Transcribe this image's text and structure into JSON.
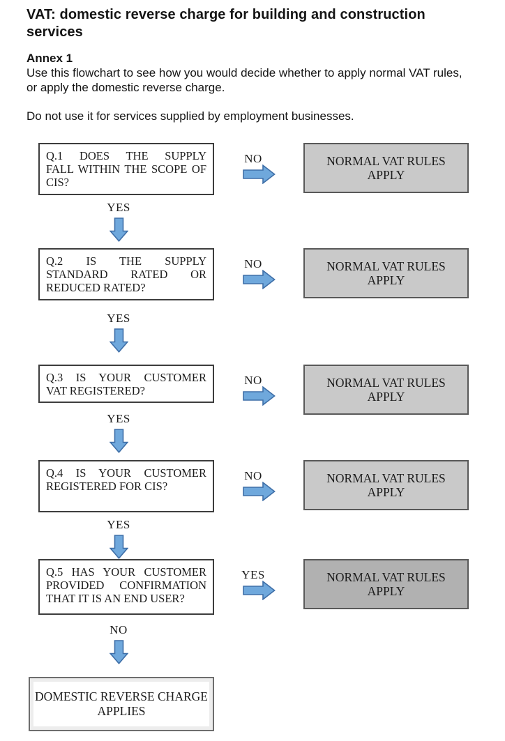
{
  "document": {
    "title_lines": [
      "VAT: domestic reverse charge for building and construction",
      "services"
    ],
    "annex_heading": "Annex 1",
    "intro_lines": [
      "Use this flowchart to see how you would decide whether to apply normal VAT rules,",
      "or apply the domestic reverse charge."
    ],
    "note": "Do not use it for services supplied by employment businesses."
  },
  "flowchart": {
    "rows": [
      {
        "id": "q1",
        "question_lines": [
          "Q.1 DOES THE SUPPLY",
          "FALL WITHIN THE SCOPE OF",
          "CIS?"
        ],
        "branch_label": "NO",
        "result_lines": [
          "NORMAL VAT RULES",
          "APPLY"
        ],
        "result_shade": "light",
        "continue_label": "YES"
      },
      {
        "id": "q2",
        "question_lines": [
          "Q.2 IS THE SUPPLY",
          "STANDARD RATED OR",
          "REDUCED RATED?"
        ],
        "branch_label": "NO",
        "result_lines": [
          "NORMAL VAT RULES",
          "APPLY"
        ],
        "result_shade": "light",
        "continue_label": "YES"
      },
      {
        "id": "q3",
        "question_lines": [
          "Q.3 IS YOUR CUSTOMER",
          "VAT REGISTERED?"
        ],
        "branch_label": "NO",
        "result_lines": [
          "NORMAL VAT RULES",
          "APPLY"
        ],
        "result_shade": "light",
        "continue_label": "YES"
      },
      {
        "id": "q4",
        "question_lines": [
          "Q.4 IS YOUR CUSTOMER",
          "REGISTERED FOR CIS?"
        ],
        "branch_label": "NO",
        "result_lines": [
          "NORMAL VAT RULES",
          "APPLY"
        ],
        "result_shade": "light",
        "continue_label": "YES"
      },
      {
        "id": "q5",
        "question_lines": [
          "Q.5 HAS YOUR CUSTOMER",
          "PROVIDED CONFIRMATION",
          "THAT IT IS AN END USER?"
        ],
        "branch_label": "YES",
        "result_lines": [
          "NORMAL VAT RULES",
          "APPLY"
        ],
        "result_shade": "dark",
        "continue_label": "NO"
      }
    ],
    "final_lines": [
      "DOMESTIC REVERSE CHARGE",
      "APPLIES"
    ]
  },
  "colors": {
    "arrow_fill": "#6FA8DC",
    "arrow_stroke": "#3F6FA8",
    "result_bg_light": "#C9C9C9",
    "result_bg_dark": "#B1B1B1",
    "result_border": "#595959",
    "question_border": "#3D3D3D"
  }
}
